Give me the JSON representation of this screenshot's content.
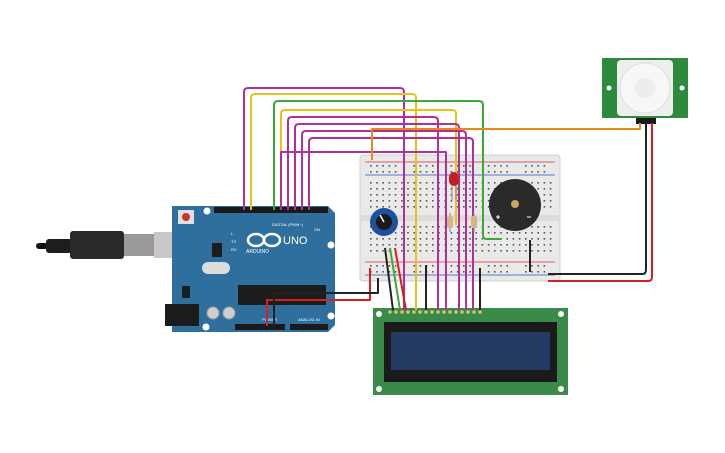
{
  "arduino": {
    "brand": "ARDUINO",
    "model": "UNO",
    "digital_header": "DIGITAL (PWM~)",
    "power_header": "POWER",
    "analog_header": "ANALOG IN",
    "tx": "TX",
    "rx": "RX",
    "led_l": "L",
    "led_on": "ON"
  },
  "colors": {
    "board": "#2e6f9e",
    "breadboard": "#e9e9e9",
    "lcd_pcb": "#3a8a4a",
    "lcd_screen": "#243a63",
    "pir_pcb": "#2b8a3e",
    "buzzer": "#2a2a2a",
    "wire_magenta": "#b0309a",
    "wire_yellow": "#e8c21a",
    "wire_green": "#3aaa35",
    "wire_orange": "#e88a1a",
    "wire_red": "#d42020",
    "wire_black": "#222222"
  }
}
